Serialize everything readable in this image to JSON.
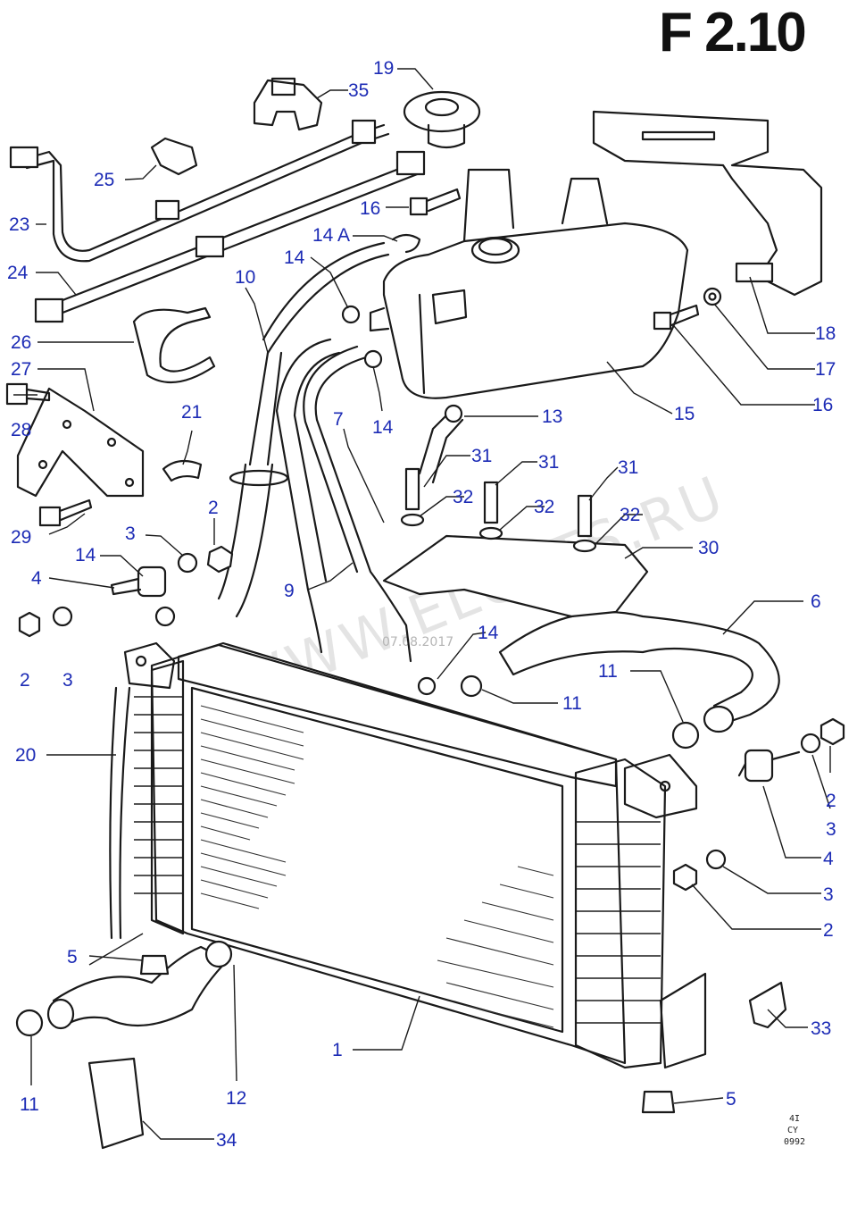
{
  "diagram": {
    "title": "F 2.10",
    "watermark": "WWW.ELCATS.RU",
    "watermark_date": "07.08.2017",
    "drawing_code": [
      "4I",
      "CY",
      "0992"
    ],
    "callouts": [
      {
        "id": "c19",
        "label": "19"
      },
      {
        "id": "c35",
        "label": "35"
      },
      {
        "id": "c25",
        "label": "25"
      },
      {
        "id": "c23",
        "label": "23"
      },
      {
        "id": "c16a",
        "label": "16"
      },
      {
        "id": "c14A",
        "label": "14 A"
      },
      {
        "id": "c24",
        "label": "24"
      },
      {
        "id": "c10",
        "label": "10"
      },
      {
        "id": "c14a",
        "label": "14"
      },
      {
        "id": "c26",
        "label": "26"
      },
      {
        "id": "c27",
        "label": "27"
      },
      {
        "id": "c28",
        "label": "28"
      },
      {
        "id": "c18",
        "label": "18"
      },
      {
        "id": "c17",
        "label": "17"
      },
      {
        "id": "c14b",
        "label": "14"
      },
      {
        "id": "c7",
        "label": "7"
      },
      {
        "id": "c16b",
        "label": "16"
      },
      {
        "id": "c13",
        "label": "13"
      },
      {
        "id": "c15",
        "label": "15"
      },
      {
        "id": "c21",
        "label": "21"
      },
      {
        "id": "c31a",
        "label": "31"
      },
      {
        "id": "c31b",
        "label": "31"
      },
      {
        "id": "c31c",
        "label": "31"
      },
      {
        "id": "c2a",
        "label": "2"
      },
      {
        "id": "c32a",
        "label": "32"
      },
      {
        "id": "c32b",
        "label": "32"
      },
      {
        "id": "c32c",
        "label": "32"
      },
      {
        "id": "c29",
        "label": "29"
      },
      {
        "id": "c3a",
        "label": "3"
      },
      {
        "id": "c30",
        "label": "30"
      },
      {
        "id": "c14c",
        "label": "14"
      },
      {
        "id": "c4a",
        "label": "4"
      },
      {
        "id": "c9",
        "label": "9"
      },
      {
        "id": "c6",
        "label": "6"
      },
      {
        "id": "c2b",
        "label": "2"
      },
      {
        "id": "c3b",
        "label": "3"
      },
      {
        "id": "c14d",
        "label": "14"
      },
      {
        "id": "c11a",
        "label": "11"
      },
      {
        "id": "c11b",
        "label": "11"
      },
      {
        "id": "c20",
        "label": "20"
      },
      {
        "id": "c2c",
        "label": "2"
      },
      {
        "id": "c3c",
        "label": "3"
      },
      {
        "id": "c4b",
        "label": "4"
      },
      {
        "id": "c3d",
        "label": "3"
      },
      {
        "id": "c2d",
        "label": "2"
      },
      {
        "id": "c5a",
        "label": "5"
      },
      {
        "id": "c33",
        "label": "33"
      },
      {
        "id": "c1",
        "label": "1"
      },
      {
        "id": "c11c",
        "label": "11"
      },
      {
        "id": "c12",
        "label": "12"
      },
      {
        "id": "c5b",
        "label": "5"
      },
      {
        "id": "c34",
        "label": "34"
      }
    ]
  }
}
